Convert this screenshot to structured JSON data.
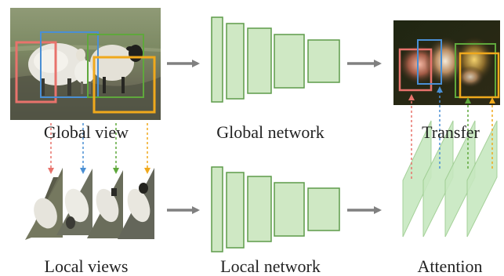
{
  "labels": {
    "global_view": "Global view",
    "global_network": "Global network",
    "transfer": "Transfer",
    "local_views": "Local views",
    "local_network": "Local network",
    "attention": "Attention"
  },
  "colors": {
    "region_red": "#e8736c",
    "region_blue": "#4a8fd4",
    "region_green": "#5fa83c",
    "region_orange": "#f0a91c",
    "network_fill": "#cfe8c4",
    "network_stroke": "#5e9b4a",
    "arrow_gray": "#808080",
    "attention_fill": "#c7e8c0"
  },
  "icons": {
    "global_image": "sheep-photo",
    "transfer_image": "heatmap",
    "local_images": "cropped-sheep-photos",
    "attention_maps": "attention-map-sheets"
  }
}
